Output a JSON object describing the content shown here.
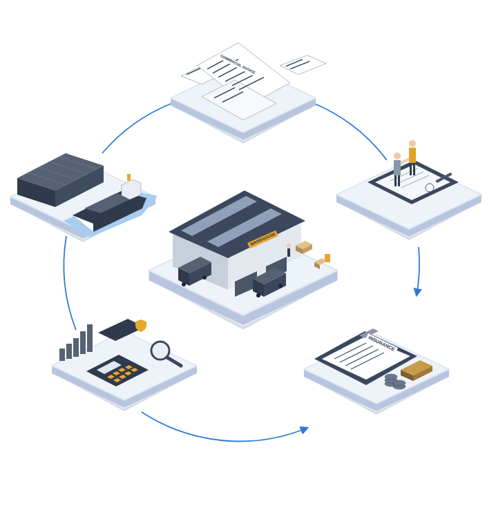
{
  "diagram": {
    "labels": [
      "COMMERCIAL INVOICE",
      "WAREHOUSE",
      "INSURANCE"
    ]
  }
}
